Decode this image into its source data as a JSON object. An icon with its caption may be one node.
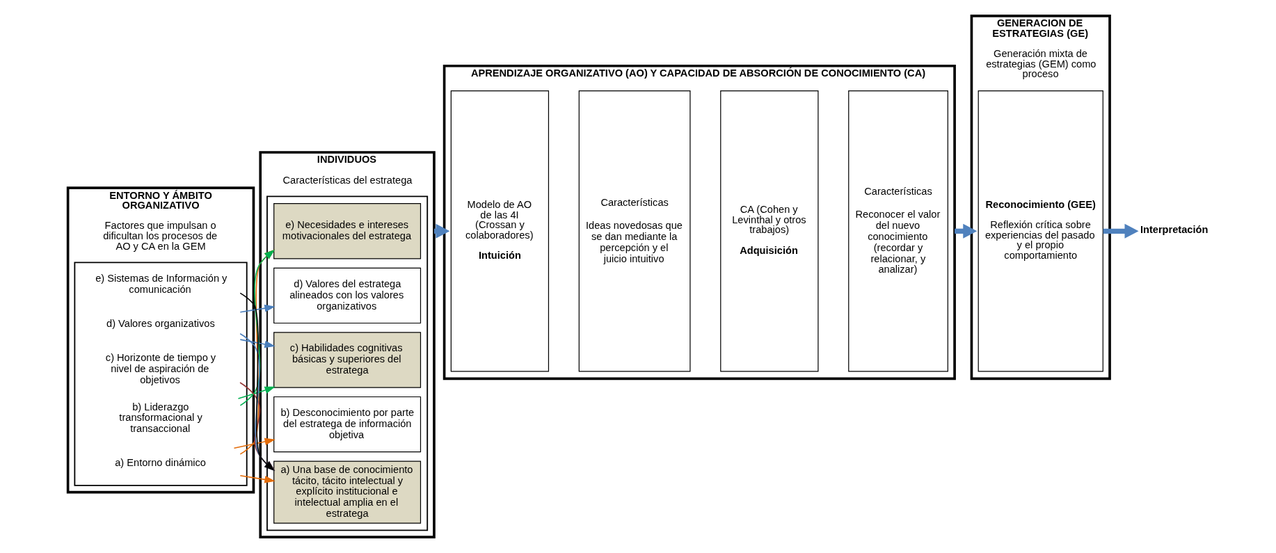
{
  "diagram": {
    "nodes": [
      {
        "text": [
          "ENTORNO Y ÁMBITO ORGANIZATIVO",
          "Factores que impulsan o dificultan los procesos de AO y CA en la GEM"
        ]
      },
      {
        "text": [],
        "shape": "box",
        "in": 0
      },
      {
        "text": [
          "a) Entorno dinámico"
        ],
        "in": 1
      },
      {
        "text": [
          "b) Liderazgo transformacional y transaccional"
        ],
        "in": 1
      },
      {
        "text": [
          "c) Horizonte de tiempo y nivel de aspiración de objetivos"
        ],
        "in": 1
      },
      {
        "text": [
          "d) Valores organizativos"
        ],
        "in": 1
      },
      {
        "text": [
          "e) Sistemas de Información y comunicación"
        ],
        "in": 1
      },
      {
        "text": [
          "INDIVIDUOS",
          "Características del estratega"
        ]
      },
      {
        "text": [],
        "shape": "box",
        "in": 7
      },
      {
        "text": [
          "a) Una base de conocimiento tácito, tácito intelectual y explícito institucional e intelectual amplia en el estratega"
        ],
        "in": 8
      },
      {
        "text": [
          "b) Desconocimiento por parte del estratega de información objetiva"
        ],
        "in": 8
      },
      {
        "text": [
          "c) Habilidades cognitivas básicas y superiores del estratega"
        ],
        "in": 8
      },
      {
        "text": [
          "d) Valores del estratega alineados con los valores organizativos"
        ],
        "in": 8
      },
      {
        "text": [
          "e) Necesidades e intereses motivacionales del estratega"
        ],
        "in": 8
      },
      {
        "text": [
          "APRENDIZAJE ORGANIZATIVO (AO) Y CAPACIDAD DE ABSORCIÓN DE CONOCIMIENTO (CA)"
        ]
      },
      {
        "text": [
          "Modelo de AO de las 4I (Crossan y colaboradores)",
          "Intuición"
        ],
        "in": 14
      },
      {
        "text": [
          "Características",
          "Ideas novedosas que se dan mediante la percepción y el juicio intuitivo"
        ],
        "in": 14
      },
      {
        "text": [
          "CA (Cohen y Levinthal y otros trabajos)",
          "Adquisición"
        ],
        "in": 14
      },
      {
        "text": [
          "Características",
          "Reconocer el valor del nuevo conocimiento (recordar y relacionar, y analizar)"
        ],
        "in": 14
      },
      {
        "text": [
          "GENERACION DE ESTRATEGIAS (GE)",
          "Generación mixta de estrategias (GEM) como proceso"
        ]
      },
      {
        "text": [
          "Reconocimiento (GEE)",
          "Reflexión crítica sobre experiencias del pasado y el propio comportamiento"
        ],
        "in": 19
      },
      {
        "text": [
          "Interpretación"
        ]
      }
    ],
    "edges": [
      {
        "from": 2,
        "to": 9,
        "arrow": "to",
        "color": "#e36c09"
      },
      {
        "from": 2,
        "to": 10,
        "arrow": "to",
        "color": "#e36c09"
      },
      {
        "from": 2,
        "to": 13,
        "arrow": "to",
        "color": "#e36c09"
      },
      {
        "from": 3,
        "to": 11,
        "arrow": "to",
        "color": "#00b050"
      },
      {
        "from": 3,
        "to": 13,
        "arrow": "to",
        "color": "#00b050"
      },
      {
        "from": 4,
        "to": 9,
        "arrow": "to",
        "color": "#953735"
      },
      {
        "from": 5,
        "to": 9,
        "arrow": "to",
        "color": "#4a7ebb"
      },
      {
        "from": 5,
        "to": 11,
        "arrow": "to",
        "color": "#4a7ebb"
      },
      {
        "from": 5,
        "to": 12,
        "arrow": "to",
        "color": "#4a7ebb"
      },
      {
        "from": 6,
        "to": 9,
        "arrow": "to",
        "color": "#000000"
      },
      {
        "from": 7,
        "to": 14,
        "arrow": "to",
        "style": "thick",
        "color": "#4f81bd"
      },
      {
        "from": 14,
        "to": 19,
        "arrow": "to",
        "style": "thick",
        "color": "#4f81bd"
      },
      {
        "from": 20,
        "to": 21,
        "arrow": "to",
        "style": "thick",
        "color": "#4f81bd"
      }
    ]
  }
}
